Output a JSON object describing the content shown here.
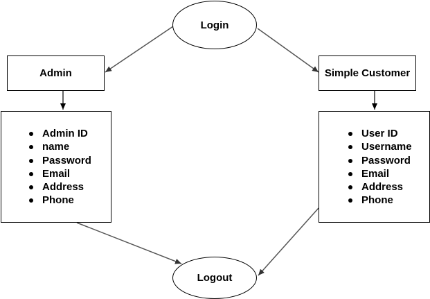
{
  "nodes": {
    "login": {
      "label": "Login"
    },
    "admin": {
      "label": "Admin"
    },
    "customer": {
      "label": "Simple Customer"
    },
    "logout": {
      "label": "Logout"
    }
  },
  "admin_fields": [
    "Admin ID",
    "name",
    "Password",
    "Email",
    "Address",
    "Phone"
  ],
  "customer_fields": [
    "User ID",
    "Username",
    "Password",
    "Email",
    "Address",
    "Phone"
  ],
  "colors": {
    "stroke": "#000000",
    "connector": "#555555",
    "background": "#ffffff"
  }
}
